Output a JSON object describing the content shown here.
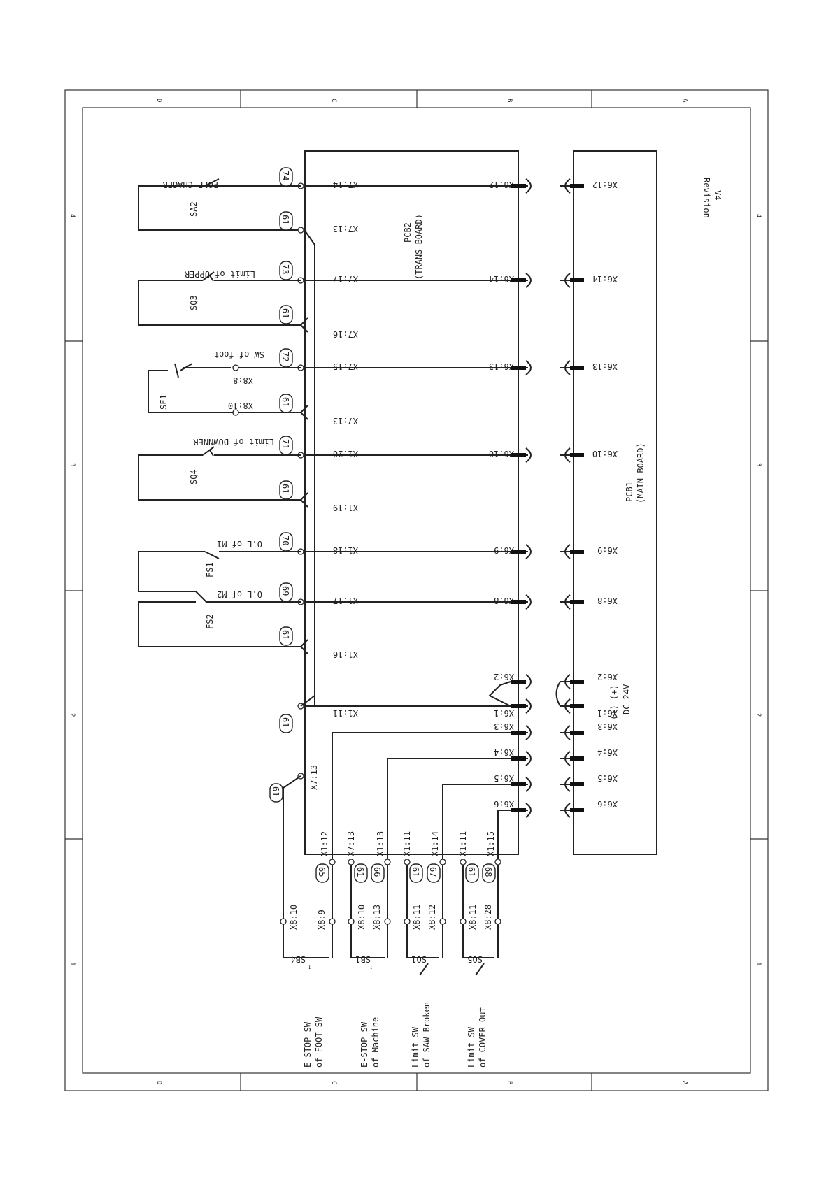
{
  "frame": {
    "zones_letters": [
      "D",
      "C",
      "B",
      "A"
    ],
    "zones_numbers": [
      "4",
      "3",
      "2",
      "1"
    ]
  },
  "revision": {
    "label": "Revision",
    "value": "V4"
  },
  "boards": {
    "pcb2": {
      "name": "PCB2",
      "sub": "(TRANS BOARD)"
    },
    "pcb1": {
      "name": "PCB1",
      "sub": "(MAIN BOARD)"
    },
    "power": {
      "line1": "(+)  (+)",
      "line2": "DC 24V"
    }
  },
  "rows": [
    {
      "wire": "74",
      "pcb2_pin": "X7:14",
      "x6": "X6:12",
      "main_pin": "X6:12",
      "desc": "POLE CHAGER",
      "device": "SA2"
    },
    {
      "wire": "61",
      "pcb2_pin": "X7:13"
    },
    {
      "wire": "73",
      "pcb2_pin": "X7:17",
      "x6": "X6:14",
      "main_pin": "X6:14",
      "desc": "Limit of UPPER",
      "device": "SQ3"
    },
    {
      "wire": "61",
      "pcb2_pin": "X7:16"
    },
    {
      "wire": "72",
      "pcb2_pin": "X7:15",
      "x6": "X6:13",
      "main_pin": "X6:13",
      "desc": "SW of foot",
      "terminal": "X8:8",
      "device": "SF1"
    },
    {
      "wire": "61",
      "pcb2_pin": "X7:13",
      "terminal": "X8:10"
    },
    {
      "wire": "71",
      "pcb2_pin": "X1:20",
      "x6": "X6:10",
      "main_pin": "X6:10",
      "desc": "Limit of DOWNNER",
      "device": "SQ4"
    },
    {
      "wire": "61",
      "pcb2_pin": "X1:19"
    },
    {
      "wire": "70",
      "pcb2_pin": "X1:18",
      "x6": "X6:9",
      "main_pin": "X6:9",
      "desc": "O.L of M1",
      "device": "FS1"
    },
    {
      "wire": "69",
      "pcb2_pin": "X1:17",
      "x6": "X6:8",
      "main_pin": "X6:8",
      "desc": "O.L of M2",
      "device": "FS2"
    },
    {
      "wire": "61",
      "pcb2_pin": "X1:16"
    },
    {
      "wire": "61",
      "pcb2_pin": "X1:11",
      "x6": "X6:1",
      "x6b": "X6:2",
      "main_pin": "X6:1",
      "main_pin_b": "X6:2"
    }
  ],
  "lower_pins": {
    "x6": [
      "X6:3",
      "X6:4",
      "X6:5",
      "X6:6"
    ],
    "main": [
      "X6:3",
      "X6:4",
      "X6:5",
      "X6:6"
    ],
    "left_tag": "61",
    "left_pin": "X7:13"
  },
  "switch_groups": [
    {
      "name": "E-STOP SW",
      "sub": "of FOOT SW",
      "device": "SB4",
      "t1": "X8:10",
      "t2": "X8:9",
      "wire": "65",
      "pin": "X1:12"
    },
    {
      "name": "E-STOP SW",
      "sub": "of Machine",
      "device": "SB1",
      "t1": "X8:10",
      "t2": "X8:13",
      "tag_a": "61",
      "wire": "66",
      "pin_a": "X7:13",
      "pin": "X1:13"
    },
    {
      "name": "Limit SW",
      "sub": "of SAW Broken",
      "device": "SQ1",
      "t1": "X8:11",
      "t2": "X8:12",
      "tag_a": "61",
      "wire": "67",
      "pin_a": "X1:11",
      "pin": "X1:14"
    },
    {
      "name": "Limit SW",
      "sub": "of COVER Out",
      "device": "SQ5",
      "t1": "X8:11",
      "t2": "X8:28",
      "tag_a": "61",
      "wire": "68",
      "pin_a": "X1:11",
      "pin": "X1:15"
    }
  ]
}
